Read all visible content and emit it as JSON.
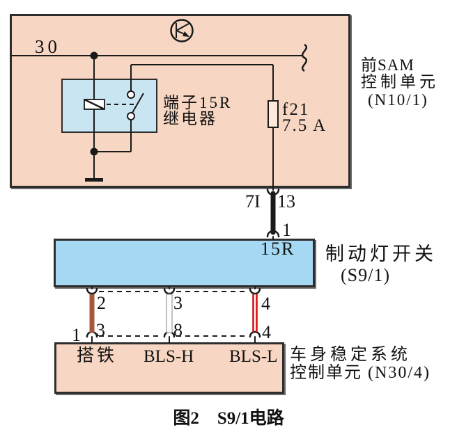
{
  "figure": {
    "caption_prefix": "图2",
    "caption_text": "S9/1电路"
  },
  "sam_unit": {
    "name_line1": "前SAM",
    "name_line2": "控制单元",
    "name_line3": "(N10/1)",
    "wire_30_label": "30",
    "relay_label_line1": "端子15R",
    "relay_label_line2": "继电器",
    "fuse_name": "f21",
    "fuse_rating": "7.5 A"
  },
  "connector_sam_switch": {
    "left_label": "7I",
    "right_label": "13",
    "pin_label": "1"
  },
  "brake_switch": {
    "terminal": "15R",
    "name_line1": "制动灯开关",
    "name_line2": "(S9/1)"
  },
  "harness": {
    "top_pins": [
      "2",
      "3",
      "4"
    ],
    "bottom_pins": [
      "3",
      "8",
      "4"
    ],
    "bottom_connector_label": "1"
  },
  "esp_unit": {
    "terminals": [
      "搭铁",
      "BLS-H",
      "BLS-L"
    ],
    "name_line1": "车身稳定系统",
    "name_line2": "控制单元 (N30/4)"
  },
  "colors": {
    "unit_fill": "#F7D7C3",
    "switch_fill": "#A5D8F2",
    "relay_fill": "#C9E5F2",
    "box_border": "#2E2E2E",
    "wire": "#1A1A1A",
    "wire_brown": "#A5593B",
    "wire_red": "#DD1111",
    "wire_white": "#FFFFFF"
  }
}
